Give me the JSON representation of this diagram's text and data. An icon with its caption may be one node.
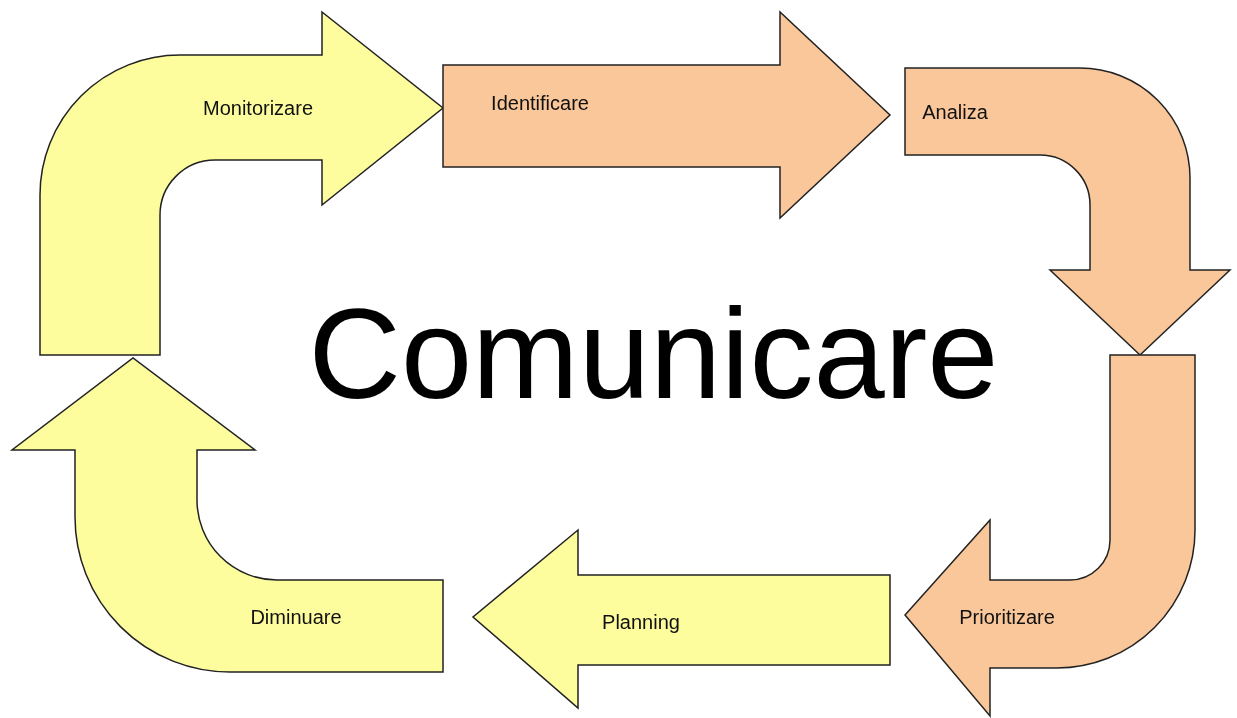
{
  "diagram": {
    "title": "Comunicare",
    "nodes": [
      {
        "text": [
          "Monitorizare"
        ]
      },
      {
        "text": [
          "Identificare"
        ]
      },
      {
        "text": [
          "Analiza"
        ]
      },
      {
        "text": [
          "Prioritizare"
        ]
      },
      {
        "text": [
          "Planning"
        ]
      },
      {
        "text": [
          "Diminuare"
        ]
      }
    ]
  }
}
